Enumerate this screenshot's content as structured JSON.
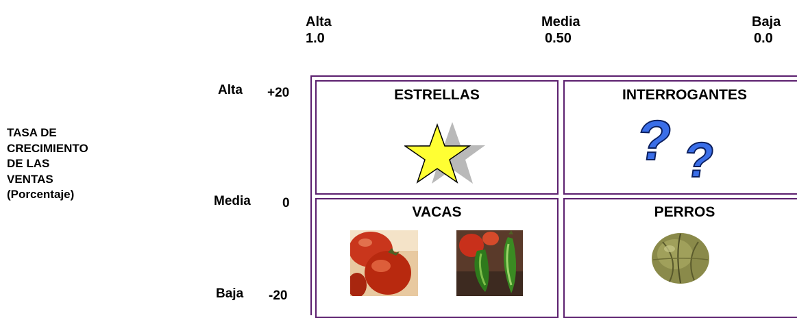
{
  "market_share_axis": {
    "high": {
      "label": "Alta",
      "value": "1.0"
    },
    "medium": {
      "label": "Media",
      "value": "0.50"
    },
    "low": {
      "label": "Baja",
      "value": "0.0"
    }
  },
  "growth_axis": {
    "high": {
      "label": "Alta",
      "value": "+20"
    },
    "medium": {
      "label": "Media",
      "value": "0"
    },
    "low": {
      "label": "Baja",
      "value": "-20"
    }
  },
  "y_title": {
    "line1": "TASA DE",
    "line2": "CRECIMIENTO",
    "line3": "DE LAS",
    "line4": "VENTAS",
    "line5": "(Porcentaje)"
  },
  "quadrants": {
    "stars": {
      "title": "ESTRELLAS",
      "icon": "star-icon"
    },
    "question_marks": {
      "title": "INTERROGANTES",
      "icon": "question-mark-icon"
    },
    "cows": {
      "title": "VACAS",
      "icon": "tomato-photo"
    },
    "dogs": {
      "title": "PERROS",
      "icon": "tomatillo-photo"
    }
  },
  "colors": {
    "border": "#5b1f6e",
    "star_fill": "#ffff33",
    "star_shadow": "#b9b9b9",
    "question_fill": "#3a6ee8"
  }
}
